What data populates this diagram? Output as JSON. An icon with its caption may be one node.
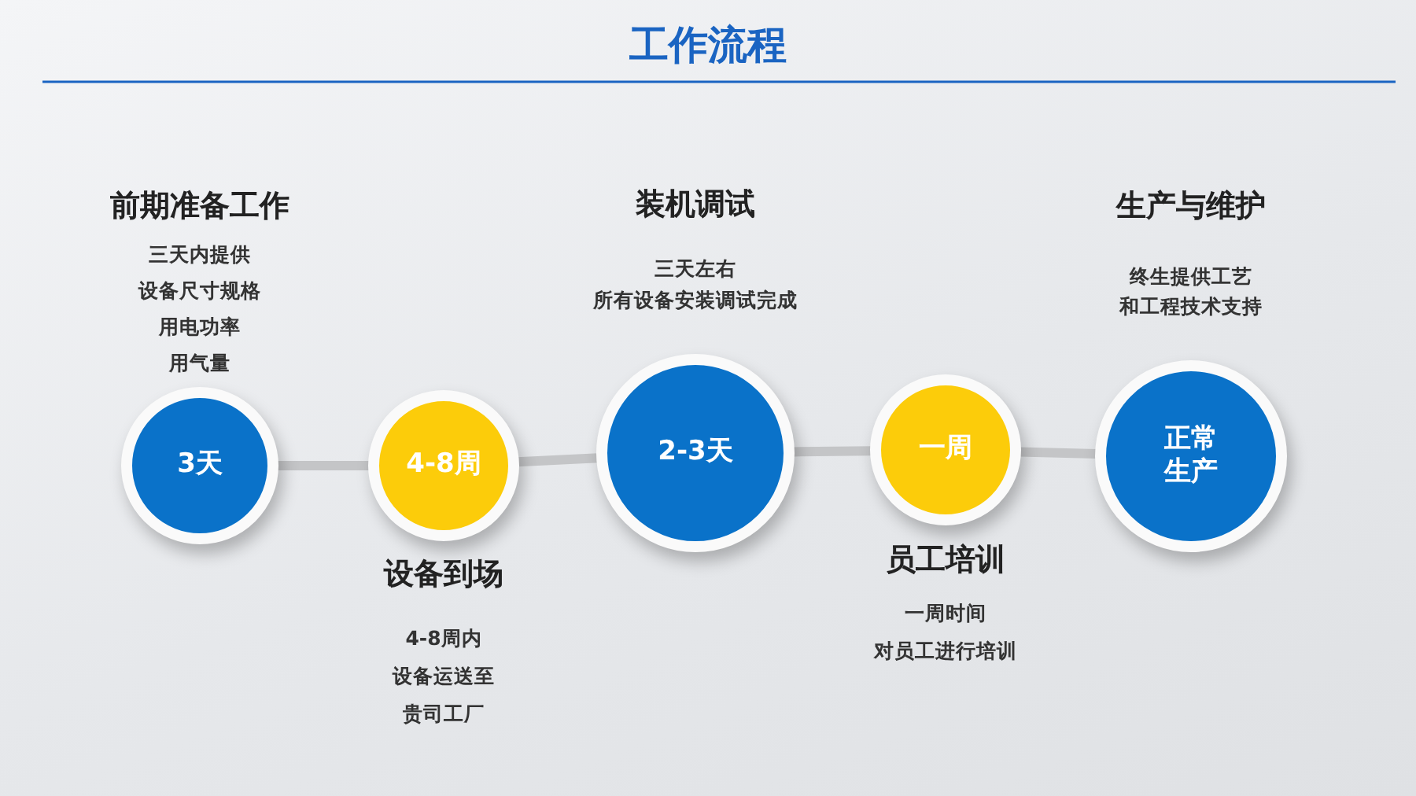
{
  "diagram": {
    "title": "工作流程",
    "nodes": [
      {
        "text": [
          "3天"
        ],
        "beside": [
          "前期准备工作",
          "三天内提供",
          "设备尺寸规格",
          "用电功率",
          "用气量"
        ]
      },
      {
        "text": [
          "4-8周"
        ],
        "beside": [
          "设备到场",
          "4-8周内",
          "设备运送至",
          "贵司工厂"
        ]
      },
      {
        "text": [
          "2-3天"
        ],
        "beside": [
          "装机调试",
          "三天左右",
          "所有设备安装调试完成"
        ]
      },
      {
        "text": [
          "一周"
        ],
        "beside": [
          "员工培训",
          "一周时间",
          "对员工进行培训"
        ]
      },
      {
        "text": [
          "正常生产"
        ],
        "beside": [
          "生产与维护",
          "终生提供工艺",
          "和工程技术支持"
        ]
      }
    ],
    "edges": [
      {
        "from": 0,
        "to": 1,
        "arrow": "none"
      },
      {
        "from": 1,
        "to": 2,
        "arrow": "none"
      },
      {
        "from": 2,
        "to": 3,
        "arrow": "none"
      },
      {
        "from": 3,
        "to": 4,
        "arrow": "none"
      }
    ]
  }
}
